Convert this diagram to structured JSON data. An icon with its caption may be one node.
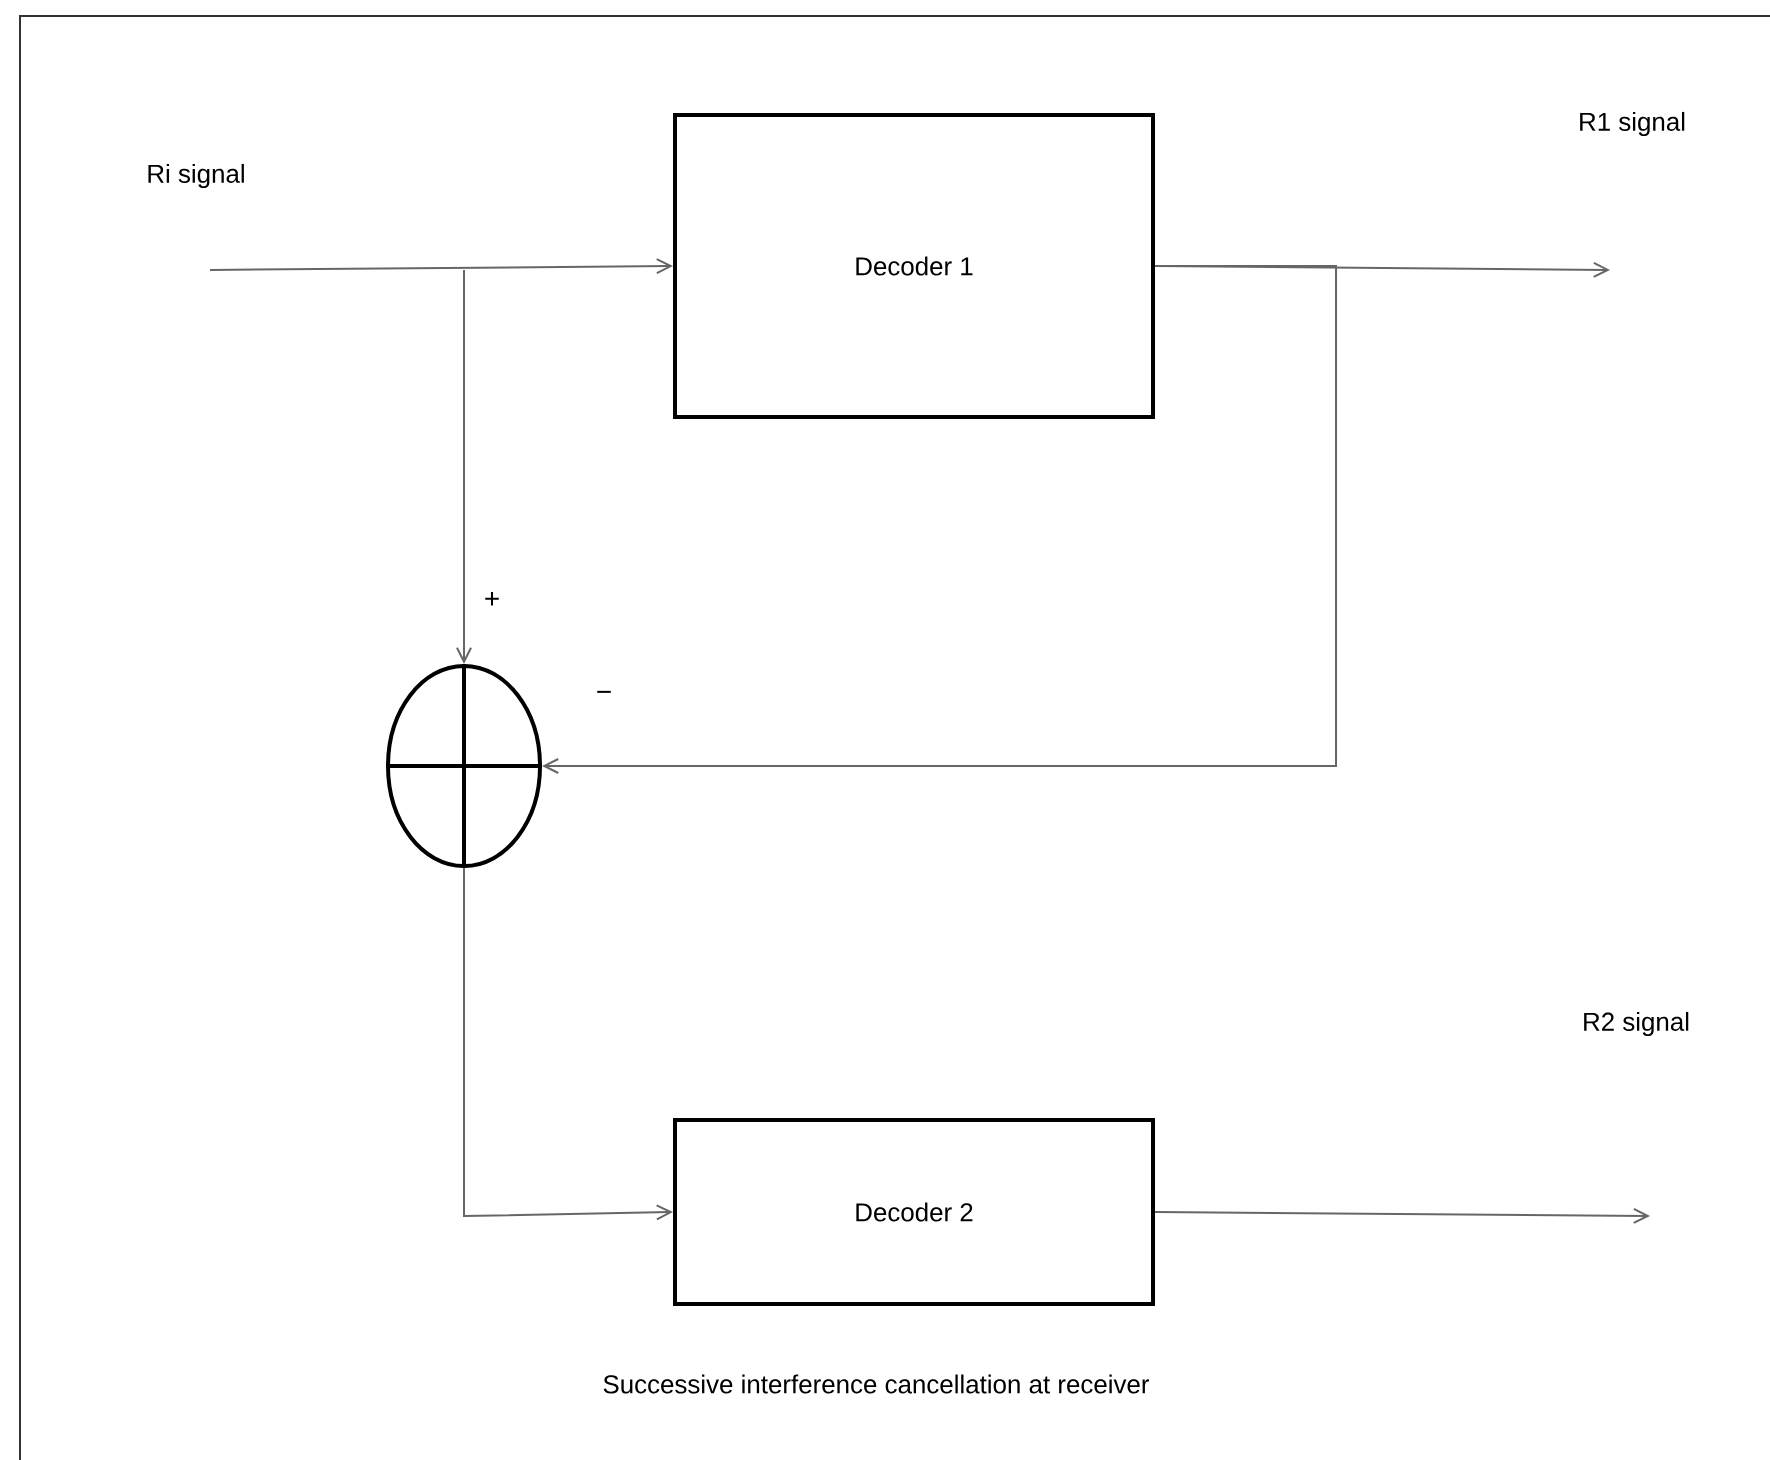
{
  "diagram": {
    "caption": "Successive interference cancellation at receiver",
    "nodes": [
      {
        "text": [
          "Decoder 1"
        ]
      },
      {
        "text": [],
        "shape": "circle"
      },
      {
        "text": [
          "Decoder 2"
        ]
      }
    ],
    "edges": [
      {
        "from": null,
        "to": 0,
        "arrow": "to"
      },
      {
        "from": null,
        "to": 1,
        "arrow": "to",
        "label": "+"
      },
      {
        "from": 0,
        "to": null,
        "arrow": "to"
      },
      {
        "from": 0,
        "to": 1,
        "arrow": "to",
        "label": "−"
      },
      {
        "from": 1,
        "to": 2,
        "arrow": "to"
      },
      {
        "from": 2,
        "to": null,
        "arrow": "to"
      }
    ],
    "labels": [
      "Ri signal",
      "R1 signal",
      "R2 signal"
    ]
  }
}
